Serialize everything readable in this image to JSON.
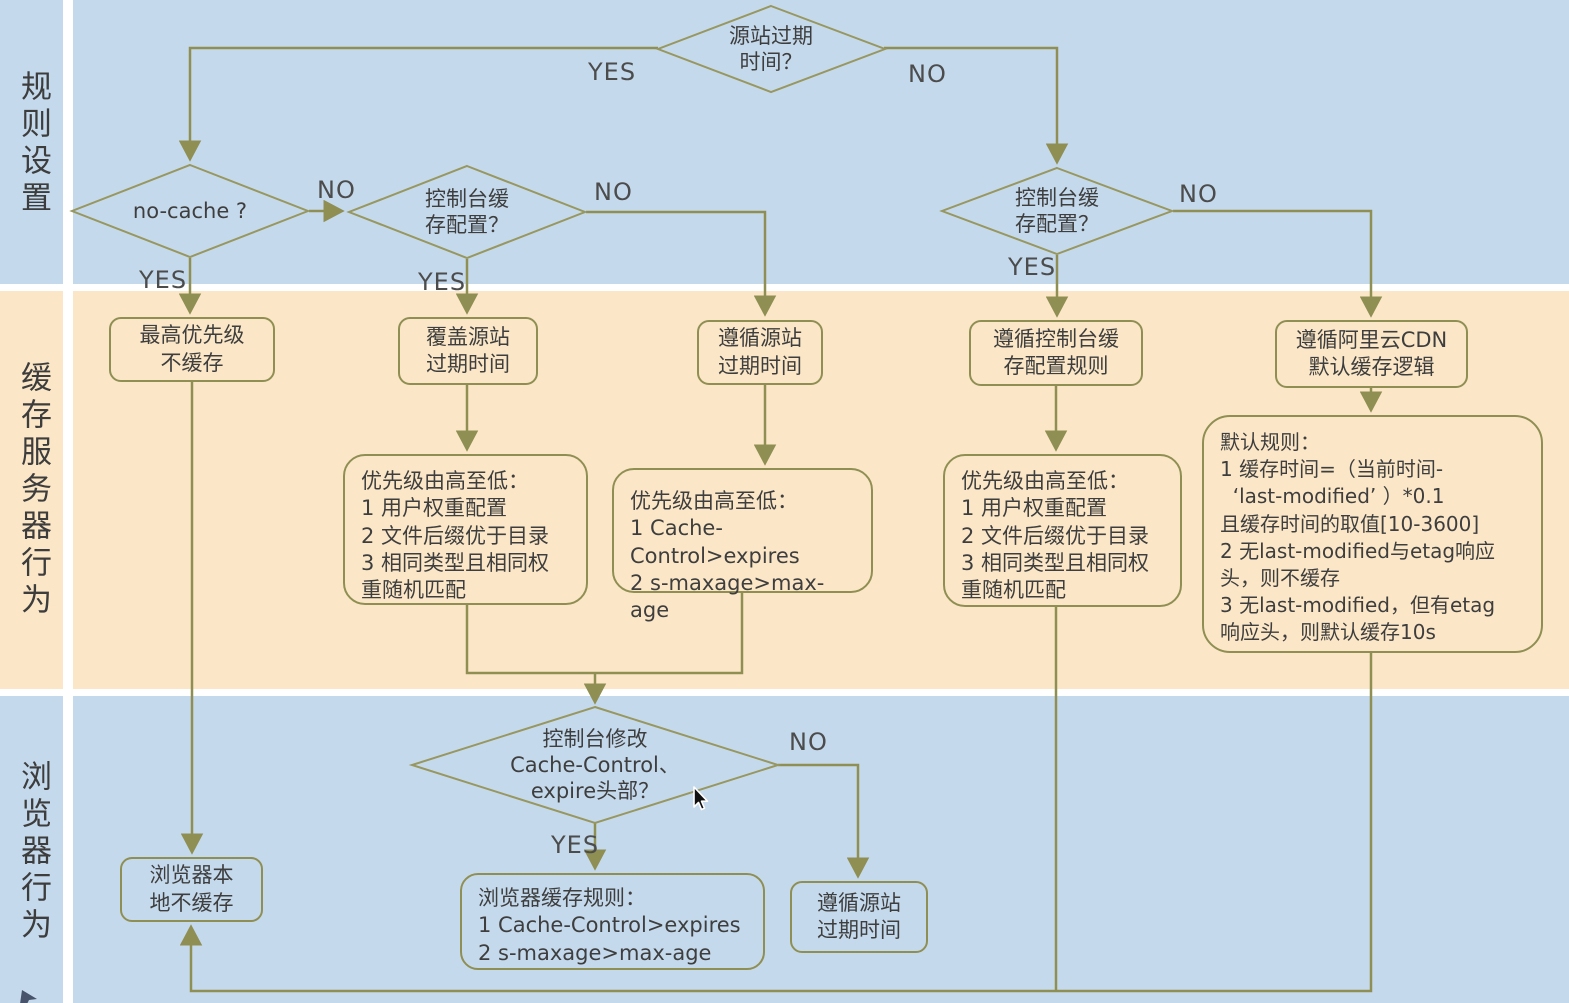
{
  "sidebar": {
    "band1_label": "规则设置",
    "band2_label": "缓存服务器行为",
    "band3_label": "浏览器行为"
  },
  "colors": {
    "band_blue": "#c5d9ec",
    "band_orange": "#fbe7c7",
    "connector_olive": "#8f8f53",
    "text_dark": "#3e3e3e"
  },
  "decisions": {
    "origin_expire": [
      "源站过期",
      "时间？"
    ],
    "no_cache": [
      "no-cache ?"
    ],
    "console_cache_left": [
      "控制台缓",
      "存配置？"
    ],
    "console_cache_right": [
      "控制台缓",
      "存配置？"
    ],
    "modify_headers": [
      "控制台修改",
      "Cache-Control、",
      "expire头部？"
    ]
  },
  "nodes": {
    "highest_priority_no_cache": [
      "最高优先级",
      "不缓存"
    ],
    "override_origin_expire": [
      "覆盖源站",
      "过期时间"
    ],
    "follow_origin_expire": [
      "遵循源站",
      "过期时间"
    ],
    "follow_console_rules": [
      "遵循控制台缓",
      "存配置规则"
    ],
    "follow_cdn_default": [
      "遵循阿里云CDN",
      "默认缓存逻辑"
    ],
    "priority_weight_left": [
      "优先级由高至低：",
      "1 用户权重配置",
      "2 文件后缀优于目录",
      "3 相同类型且相同权",
      "重随机匹配"
    ],
    "priority_cache_control": [
      "优先级由高至低：",
      "1 Cache-Control>expires",
      "2 s-maxage>max-age"
    ],
    "priority_weight_right": [
      "优先级由高至低：",
      "1 用户权重配置",
      "2 文件后缀优于目录",
      "3 相同类型且相同权",
      "重随机匹配"
    ],
    "default_rules": [
      "默认规则：",
      "1 缓存时间=（当前时间-",
      "  ‘last-modified’ ）*0.1",
      "且缓存时间的取值[10-3600]",
      "2 无last-modified与etag响应",
      "头，则不缓存",
      "3 无last-modified，但有etag",
      "响应头，则默认缓存10s"
    ],
    "browser_no_local_cache": [
      "浏览器本",
      "地不缓存"
    ],
    "browser_cache_rules": [
      "浏览器缓存规则：",
      "1 Cache-Control>expires",
      "2 s-maxage>max-age"
    ],
    "follow_origin_expire_bottom": [
      "遵循源站",
      "过期时间"
    ]
  },
  "edge_labels": {
    "origin_yes": "YES",
    "origin_no": "NO",
    "nocache_no": "NO",
    "nocache_yes": "YES",
    "console_left_no": "NO",
    "console_left_yes": "YES",
    "console_right_yes": "YES",
    "console_right_no": "NO",
    "modify_no": "NO",
    "modify_yes": "YES"
  }
}
